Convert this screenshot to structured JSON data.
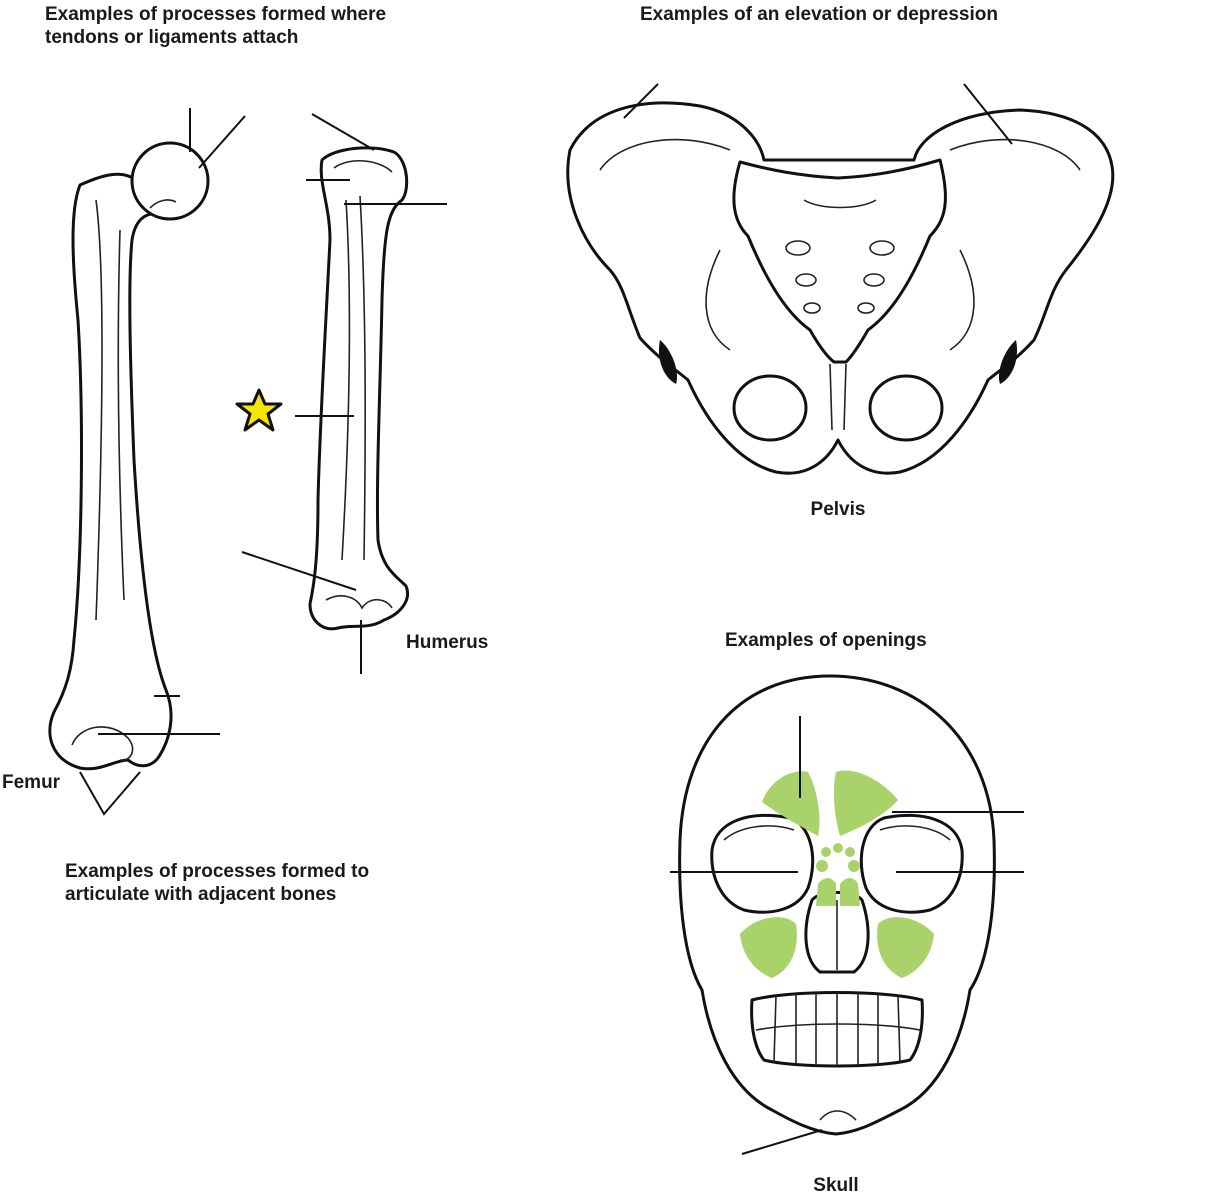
{
  "headings": {
    "tendons_line1": "Examples of processes formed where",
    "tendons_line2": "tendons or ligaments attach",
    "elevation": "Examples of an elevation or depression",
    "articulate_line1": "Examples of processes formed to",
    "articulate_line2": "articulate with adjacent bones",
    "openings": "Examples of openings"
  },
  "bone_labels": {
    "femur": "Femur",
    "humerus": "Humerus",
    "pelvis": "Pelvis",
    "skull": "Skull"
  },
  "colors": {
    "sinus": "#a9d36a",
    "star_fill": "#f5e600",
    "outline": "#111111"
  },
  "icons": {
    "marker": "star-icon"
  }
}
